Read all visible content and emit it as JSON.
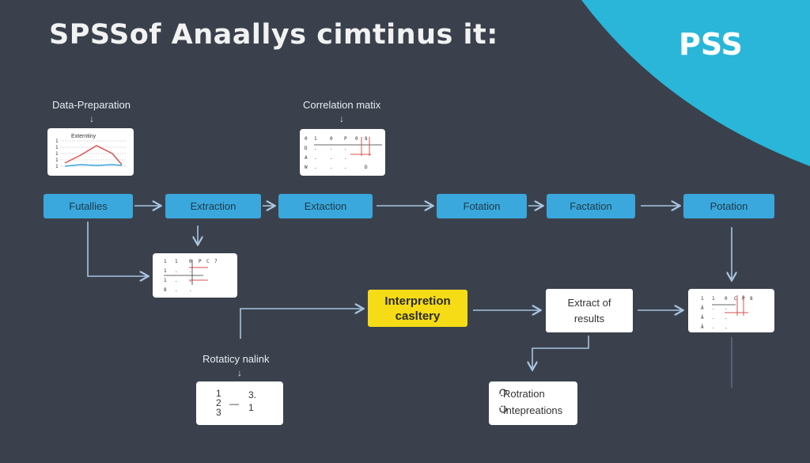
{
  "title": "SPSSof Anaallys cimtinus it:",
  "logo": "PSS",
  "colors": {
    "background": "#3a414d",
    "corner": "#29b6d9",
    "process_box": "#3aa8dc",
    "highlight": "#f5dc16",
    "arrow": "#a8c4e0"
  },
  "labels": {
    "data_prep": "Data-Preparation",
    "corr_matrix": "Correlation matix",
    "rotaticy": "Rotaticy nalink"
  },
  "chart_card": {
    "title": "Externtiny"
  },
  "process_row": [
    "Futallies",
    "Extraction",
    "Extaction",
    "Fotation",
    "Factation",
    "Potation"
  ],
  "interpretation": {
    "line1": "Interpretion",
    "line2": "casltery"
  },
  "extract": {
    "line1": "Extract of",
    "line2": "results"
  },
  "rotaticy_card": {
    "left": [
      "1",
      "2",
      "3"
    ],
    "right": [
      "3.",
      "1"
    ],
    "dash": "—"
  },
  "options": [
    {
      "icon": "circle-arrows-icon",
      "label": "Rotration"
    },
    {
      "icon": "circle-arrows-icon",
      "label": "Intepreations"
    }
  ]
}
